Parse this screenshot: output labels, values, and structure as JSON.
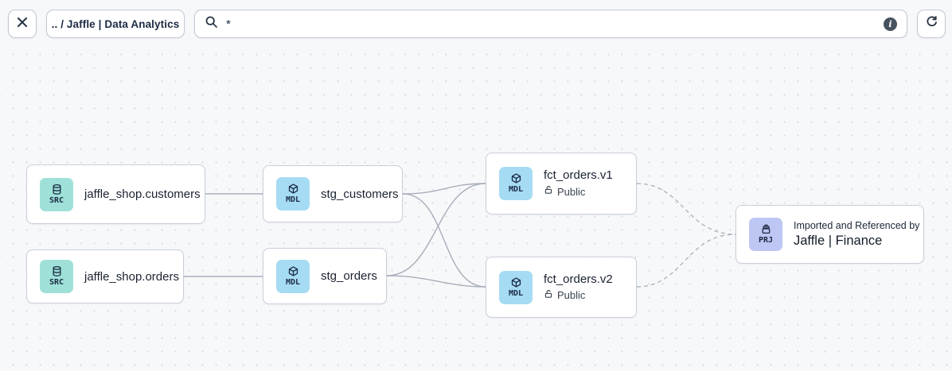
{
  "toolbar": {
    "close_button": {
      "icon": "close-x"
    },
    "breadcrumb": {
      "label": ".. / Jaffle | Data Analytics"
    },
    "search": {
      "icon": "magnifier",
      "value": "*",
      "info_icon_glyph": "i"
    },
    "refresh_button": {
      "icon": "refresh-clockwise"
    }
  },
  "graph": {
    "nodes": [
      {
        "id": "src_customers",
        "badge": "SRC",
        "icon": "database",
        "label": "jaffle_shop.customers"
      },
      {
        "id": "src_orders",
        "badge": "SRC",
        "icon": "database",
        "label": "jaffle_shop.orders"
      },
      {
        "id": "stg_customers",
        "badge": "MDL",
        "icon": "cube",
        "label": "stg_customers"
      },
      {
        "id": "stg_orders",
        "badge": "MDL",
        "icon": "cube",
        "label": "stg_orders"
      },
      {
        "id": "fct_orders_v1",
        "badge": "MDL",
        "icon": "cube",
        "label": "fct_orders.v1",
        "access": "Public"
      },
      {
        "id": "fct_orders_v2",
        "badge": "MDL",
        "icon": "cube",
        "label": "fct_orders.v2",
        "access": "Public"
      },
      {
        "id": "prj_finance",
        "badge": "PRJ",
        "icon": "archive",
        "kicker": "Imported and Referenced by",
        "label": "Jaffle | Finance"
      }
    ],
    "edges": [
      {
        "from": "jaffle_shop.customers",
        "to": "stg_customers",
        "line": "solid"
      },
      {
        "from": "jaffle_shop.orders",
        "to": "stg_orders",
        "line": "solid"
      },
      {
        "from": "stg_customers",
        "to": "fct_orders.v1",
        "line": "solid"
      },
      {
        "from": "stg_customers",
        "to": "fct_orders.v2",
        "line": "solid"
      },
      {
        "from": "stg_orders",
        "to": "fct_orders.v1",
        "line": "solid"
      },
      {
        "from": "stg_orders",
        "to": "fct_orders.v2",
        "line": "solid"
      },
      {
        "from": "fct_orders.v1",
        "to": "Jaffle | Finance",
        "line": "dashed"
      },
      {
        "from": "fct_orders.v2",
        "to": "Jaffle | Finance",
        "line": "dashed"
      }
    ],
    "colors": {
      "canvas_bg": "#f7f8fa",
      "dot": "#d8dce3",
      "node_border": "#c9cfd9",
      "edge": "#a8afbb",
      "source_badge_bg": "#9fe1d8",
      "model_badge_bg": "#a6dcf3",
      "project_badge_bg": "#bec7f3",
      "badge_text": "#1b2b45"
    }
  }
}
